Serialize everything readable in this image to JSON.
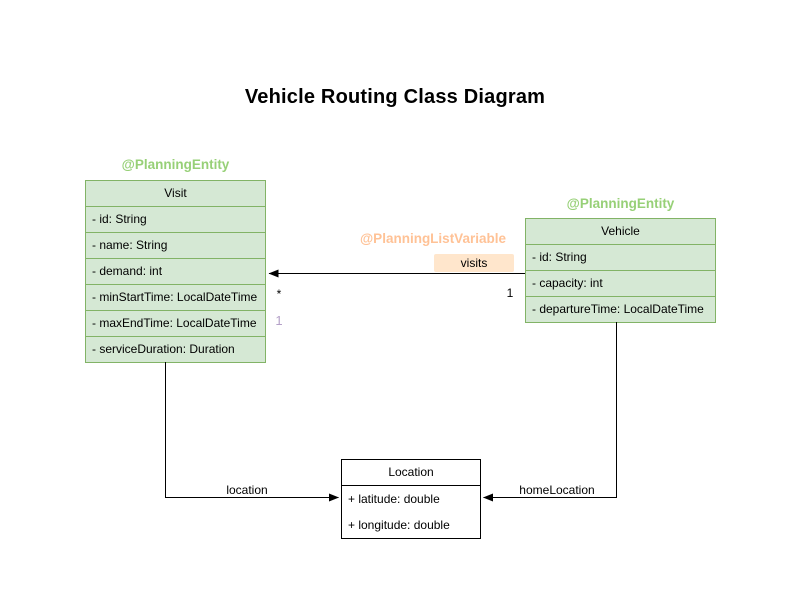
{
  "title": "Vehicle Routing Class Diagram",
  "colors": {
    "class_green_fill": "#d5e8d4",
    "class_green_border": "#82b366",
    "annotation_green": "#97d077",
    "annotation_orange": "#ffc296",
    "edge_label_orange_bg": "#ffe6cc",
    "multiplicity_purple": "#b4a0c8",
    "line_black": "#000000"
  },
  "classes": {
    "visit": {
      "annotation": "@PlanningEntity",
      "name": "Visit",
      "attributes": [
        "- id: String",
        "- name: String",
        "- demand: int",
        "- minStartTime: LocalDateTime",
        "- maxEndTime: LocalDateTime",
        "- serviceDuration: Duration"
      ]
    },
    "vehicle": {
      "annotation": "@PlanningEntity",
      "name": "Vehicle",
      "attributes": [
        "- id: String",
        "- capacity: int",
        "- departureTime: LocalDateTime"
      ]
    },
    "location": {
      "name": "Location",
      "attributes": [
        "+ latitude: double",
        "+ longitude: double"
      ]
    }
  },
  "associations": {
    "visits": {
      "annotation": "@PlanningListVariable",
      "label": "visits",
      "multiplicity_at_visit": "*",
      "multiplicity_at_vehicle": "1",
      "secondary_multiplicity": "1"
    },
    "visit_location": {
      "label": "location"
    },
    "vehicle_location": {
      "label": "homeLocation"
    }
  }
}
